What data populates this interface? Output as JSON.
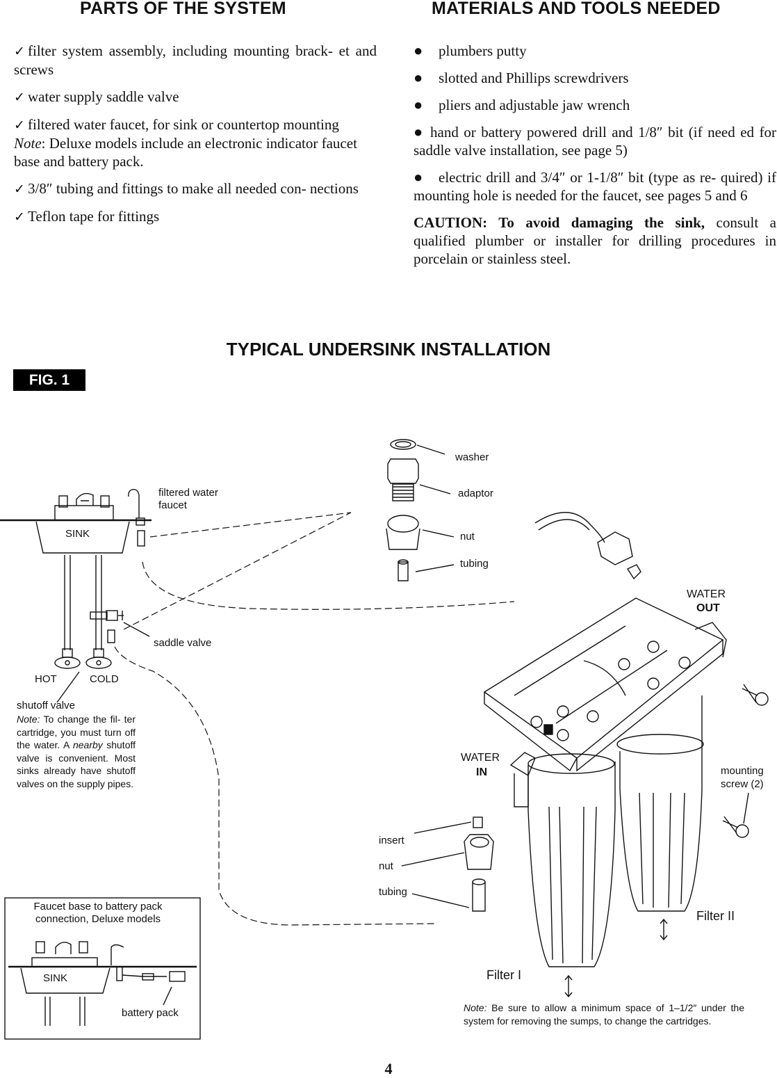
{
  "parts": {
    "heading": "PARTS OF THE SYSTEM",
    "items": [
      "filter system assembly, including mounting brack- et and screws",
      "water supply saddle valve",
      "filtered water faucet, for sink or countertop mounting",
      "3/8″ tubing and fittings to make all needed con- nections",
      "Teflon tape for fittings"
    ],
    "note_label": "Note",
    "note_text": ": Deluxe models include an electronic indicator faucet base and battery pack."
  },
  "materials": {
    "heading": "MATERIALS AND TOOLS NEEDED",
    "items": [
      "plumbers putty",
      "slotted and Phillips screwdrivers",
      "pliers and adjustable jaw wrench",
      "hand or battery powered drill and 1/8″ bit (if need ed for saddle valve installation, see page 5)",
      "electric drill and 3/4″ or 1-1/8″ bit (type as re- quired) if mounting hole is needed for the faucet, see pages 5 and 6"
    ],
    "caution_bold": "CAUTION: To avoid damaging the sink,",
    "caution_text": " consult a qualified plumber or installer for drilling procedures in porcelain or stainless steel."
  },
  "figure": {
    "title": "TYPICAL UNDERSINK INSTALLATION",
    "badge": "FIG. 1",
    "labels": {
      "washer": "washer",
      "adaptor": "adaptor",
      "nut_top": "nut",
      "tubing_top": "tubing",
      "faucet_line1": "filtered water",
      "faucet_line2": "faucet",
      "sink": "SINK",
      "saddle_valve": "saddle valve",
      "hot": "HOT",
      "cold": "COLD",
      "water_out_line1": "WATER",
      "water_out_line2": "OUT",
      "water_in_line1": "WATER",
      "water_in_line2": "IN",
      "mounting_screw_line1": "mounting",
      "mounting_screw_line2": "screw (2)",
      "insert": "insert",
      "nut_bottom": "nut",
      "tubing_bottom": "tubing",
      "filter_2": "Filter II",
      "filter_1": "Filter I",
      "shutoff_title": "shutoff valve",
      "shutoff_note_label": "Note:",
      "shutoff_note_text": " To change the fil- ter cartridge, you must turn off the water. A",
      "shutoff_note_italic": "nearby",
      "shutoff_note_rest": " shutoff valve is convenient. Most sinks already have shutoff valves on the supply pipes.",
      "inset_title_line1": "Faucet base to battery pack",
      "inset_title_line2": "connection, Deluxe models",
      "inset_sink": "SINK",
      "battery_pack": "battery pack",
      "bottom_note_label": "Note:",
      "bottom_note_text": " Be sure to allow a minimum space of 1–1/2″ under the system for removing the sumps, to change the cartridges."
    }
  },
  "page_number": "4"
}
